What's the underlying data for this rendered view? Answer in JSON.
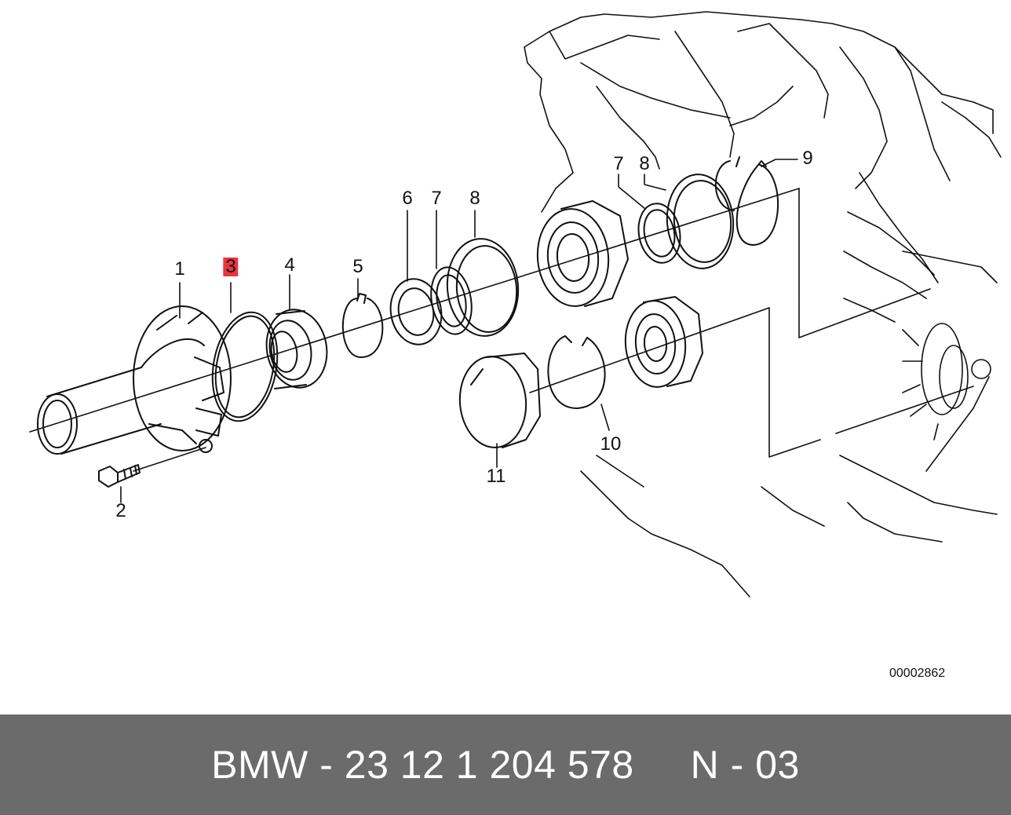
{
  "diagram": {
    "highlight_color": "#e8353f",
    "drawing_id": "00002862",
    "labels": [
      {
        "id": "l1",
        "text": "1",
        "highlight": false
      },
      {
        "id": "l2",
        "text": "2",
        "highlight": false
      },
      {
        "id": "l3",
        "text": "3",
        "highlight": true
      },
      {
        "id": "l4",
        "text": "4",
        "highlight": false
      },
      {
        "id": "l5",
        "text": "5",
        "highlight": false
      },
      {
        "id": "l6",
        "text": "6",
        "highlight": false
      },
      {
        "id": "l7a",
        "text": "7",
        "highlight": false
      },
      {
        "id": "l8a",
        "text": "8",
        "highlight": false
      },
      {
        "id": "l7b",
        "text": "7",
        "highlight": false
      },
      {
        "id": "l8b",
        "text": "8",
        "highlight": false
      },
      {
        "id": "l9",
        "text": "9",
        "highlight": false
      },
      {
        "id": "l10",
        "text": "10",
        "highlight": false
      },
      {
        "id": "l11",
        "text": "11",
        "highlight": false
      }
    ]
  },
  "footer": {
    "background": "#6b6b6b",
    "text": "BMW - 23 12 1 204 578     N - 03"
  }
}
